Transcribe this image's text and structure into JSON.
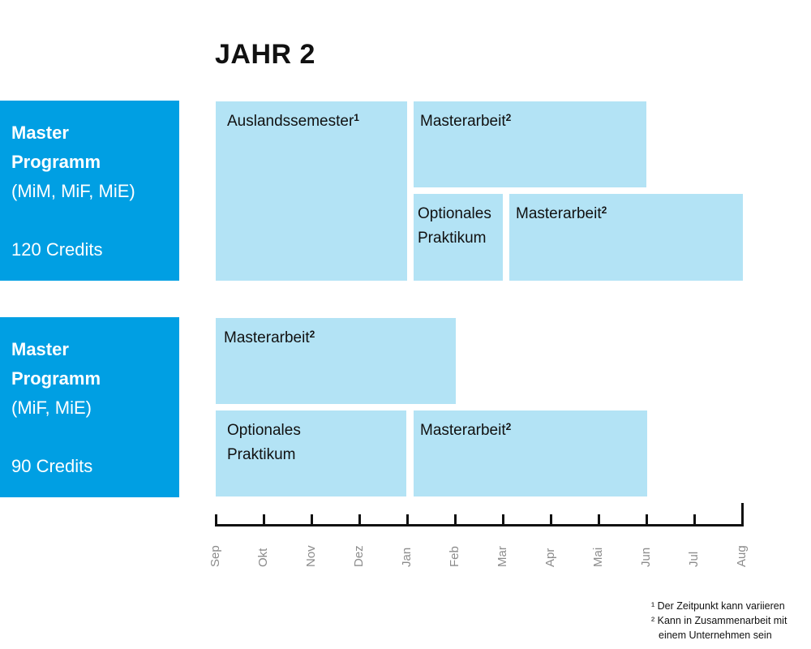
{
  "title": "JAHR 2",
  "colors": {
    "program_bg": "#009fe3",
    "block_bg": "#b3e3f5",
    "axis": "#111111",
    "month_text": "#8c8c8c"
  },
  "programs": [
    {
      "name_line1": "Master",
      "name_line2": "Programm",
      "codes": "(MiM, MiF, MiE)",
      "credits": "120 Credits"
    },
    {
      "name_line1": "Master",
      "name_line2": "Programm",
      "codes": "(MiF, MiE)",
      "credits": "90 Credits"
    }
  ],
  "blocks": [
    {
      "label": "Auslandssemester",
      "sup": "1"
    },
    {
      "label": "Masterarbeit",
      "sup": "2"
    },
    {
      "label_line1": "Optionales",
      "label_line2": "Praktikum"
    },
    {
      "label": "Masterarbeit",
      "sup": "2"
    },
    {
      "label": "Masterarbeit",
      "sup": "2"
    },
    {
      "label_line1": "Optionales",
      "label_line2": "Praktikum"
    },
    {
      "label": "Masterarbeit",
      "sup": "2"
    }
  ],
  "months": [
    "Sep",
    "Okt",
    "Nov",
    "Dez",
    "Jan",
    "Feb",
    "Mar",
    "Apr",
    "Mai",
    "Jun",
    "Jul",
    "Aug"
  ],
  "footnotes": [
    "¹ Der Zeitpunkt kann variieren",
    "² Kann in Zusammenarbeit mit",
    "einem Unternehmen sein"
  ]
}
